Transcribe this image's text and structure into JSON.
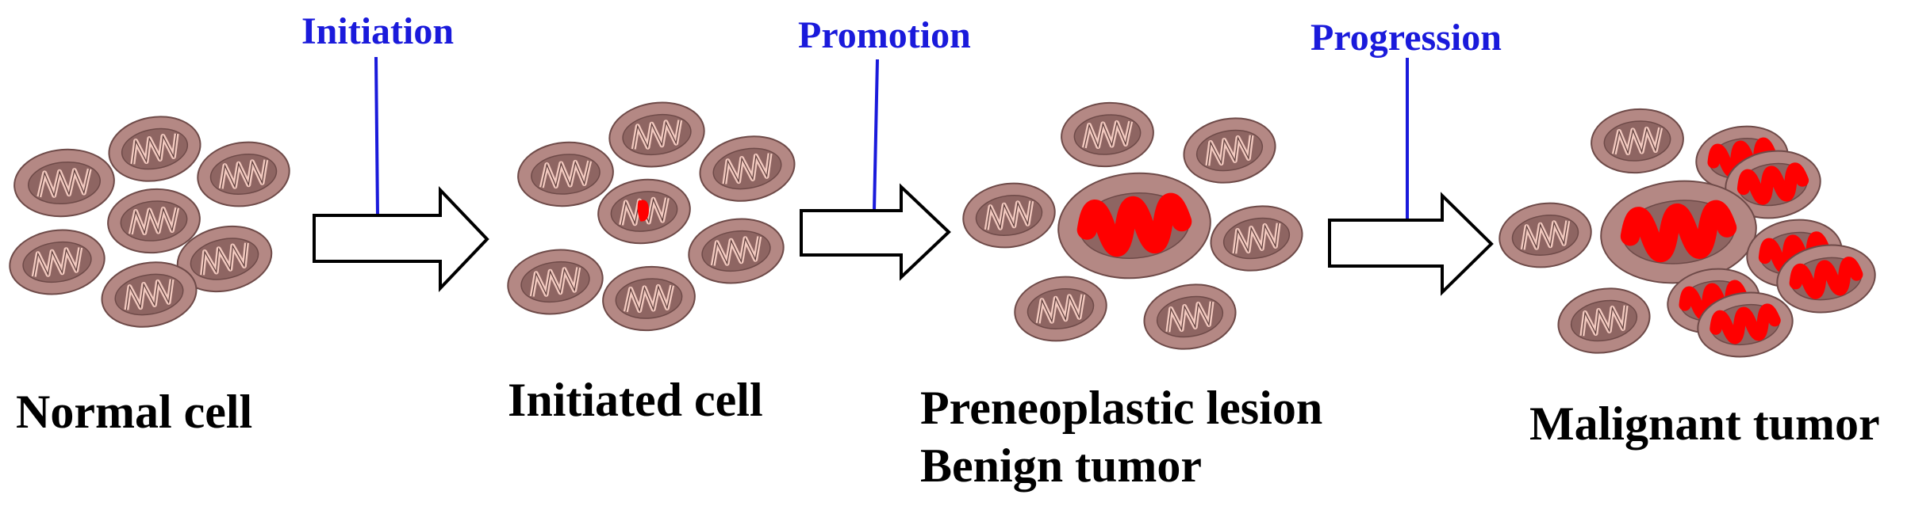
{
  "colors": {
    "cell_outer": "#b48884",
    "cell_outer_stroke": "#6e4a48",
    "cell_inner": "#8e6562",
    "cristae": "#f2c9bf",
    "cristae_stroke": "#5a3a38",
    "lesion": "#ff0000",
    "step_text": "#1a1adb",
    "stage_text": "#000000"
  },
  "steps": [
    {
      "label": "Initiation"
    },
    {
      "label": "Promotion"
    },
    {
      "label": "Progression"
    }
  ],
  "stages": [
    {
      "lines": [
        "Normal cell"
      ]
    },
    {
      "lines": [
        "Initiated cell"
      ]
    },
    {
      "lines": [
        "Preneoplastic lesion",
        "Benign tumor"
      ]
    },
    {
      "lines": [
        "Malignant tumor"
      ]
    }
  ],
  "icons": {
    "cell": "mitochondrion-icon",
    "arrow": "block-arrow-right-icon"
  }
}
